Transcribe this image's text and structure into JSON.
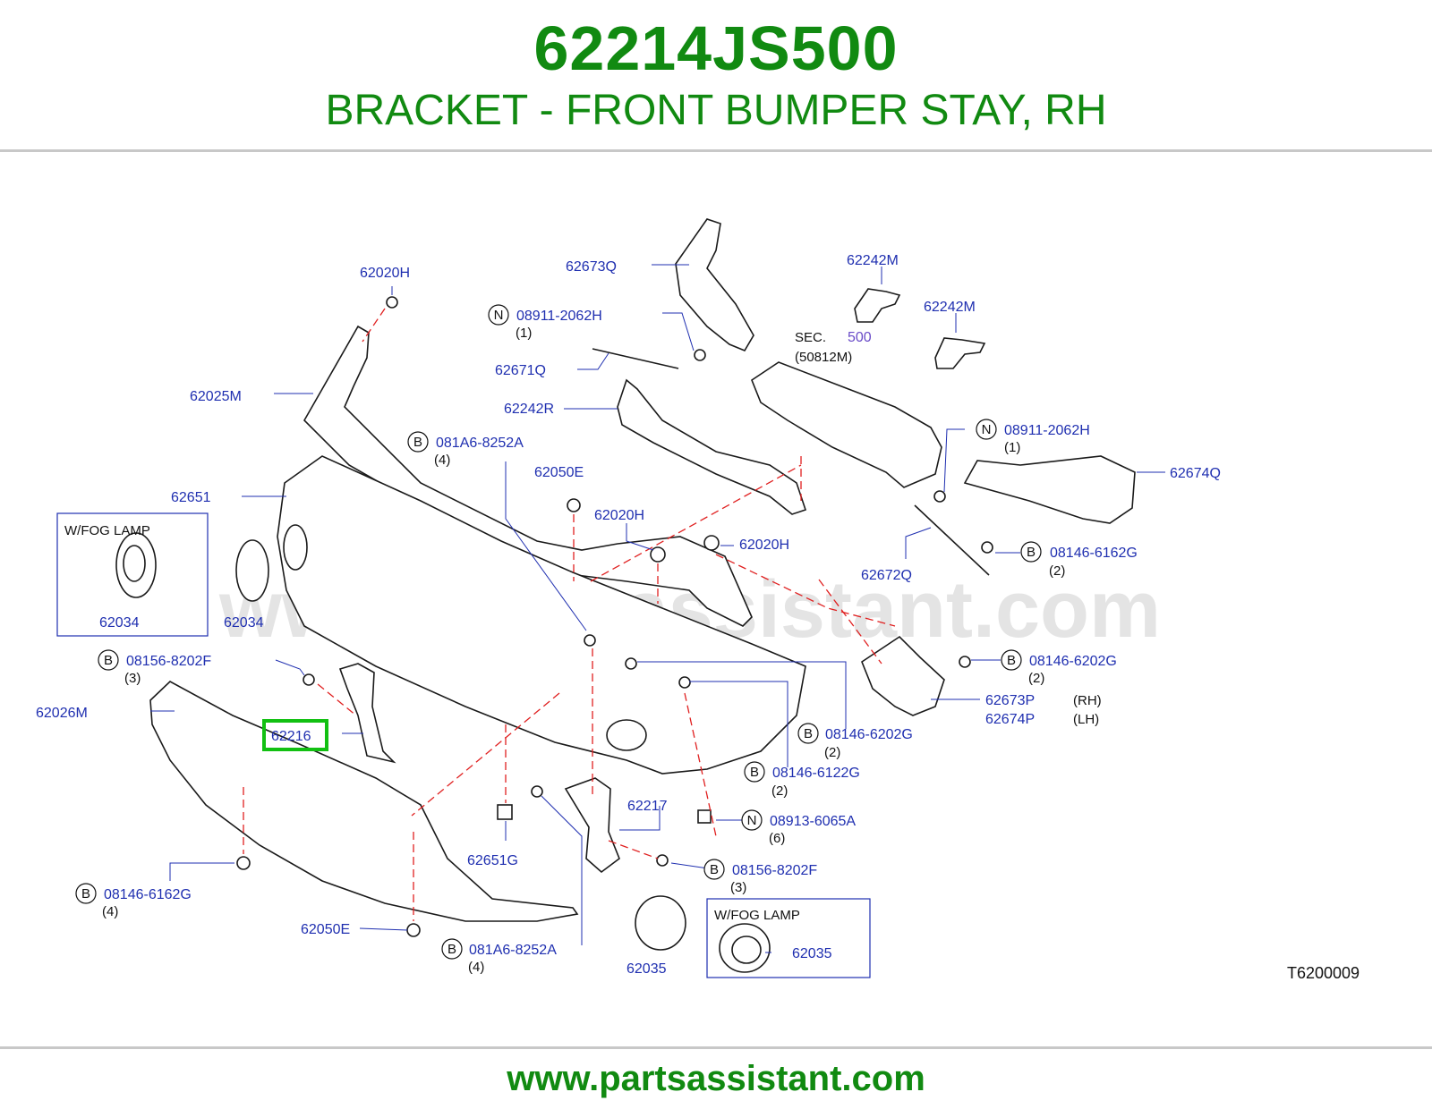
{
  "header": {
    "part_number": "62214JS500",
    "description": "BRACKET - FRONT BUMPER STAY, RH"
  },
  "footer": {
    "url": "www.partsassistant.com"
  },
  "watermark": "www.partsassistant.com",
  "diagram_id": "T6200009",
  "highlight_color": "#12c012",
  "brand_color": "#118a11",
  "callouts": {
    "c62020H_a": "62020H",
    "c62673Q": "62673Q",
    "c62242M_a": "62242M",
    "c62242M_b": "62242M",
    "c08911_a": "08911-2062H",
    "c08911_a_qty": "(1)",
    "c62671Q": "62671Q",
    "c62025M": "62025M",
    "c62242R": "62242R",
    "sec_label": "SEC.",
    "sec_num": "500",
    "sec_sub": "(50812M)",
    "c08911_b": "08911-2062H",
    "c08911_b_qty": "(1)",
    "c081A6_a": "081A6-8252A",
    "c081A6_a_qty": "(4)",
    "c62050E_a": "62050E",
    "c62674Q": "62674Q",
    "c62651": "62651",
    "fog_lamp_a": "W/FOG   LAMP",
    "c62034_a": "62034",
    "c62034_b": "62034",
    "c62020H_b": "62020H",
    "c62020H_c": "62020H",
    "c62672Q": "62672Q",
    "c08146_6162G_a": "08146-6162G",
    "c08146_6162G_a_qty": "(2)",
    "c08156_a": "08156-8202F",
    "c08156_a_qty": "(3)",
    "c62026M": "62026M",
    "c62216": "62216",
    "c08146_6202G_a": "08146-6202G",
    "c08146_6202G_a_qty": "(2)",
    "c62673P": "62673P",
    "c62673P_side": "(RH)",
    "c62674P": "62674P",
    "c62674P_side": "(LH)",
    "c08146_6202G_b": "08146-6202G",
    "c08146_6202G_b_qty": "(2)",
    "c08146_6122G": "08146-6122G",
    "c08146_6122G_qty": "(2)",
    "c62217": "62217",
    "c08913": "08913-6065A",
    "c08913_qty": "(6)",
    "c62651G": "62651G",
    "c08156_b": "08156-8202F",
    "c08156_b_qty": "(3)",
    "c08146_6162G_b": "08146-6162G",
    "c08146_6162G_b_qty": "(4)",
    "fog_lamp_b": "W/FOG   LAMP",
    "c62035_a": "62035",
    "c62035_b": "62035",
    "c62050E_b": "62050E",
    "c081A6_b": "081A6-8252A",
    "c081A6_b_qty": "(4)",
    "sym_B": "B",
    "sym_N": "N"
  }
}
